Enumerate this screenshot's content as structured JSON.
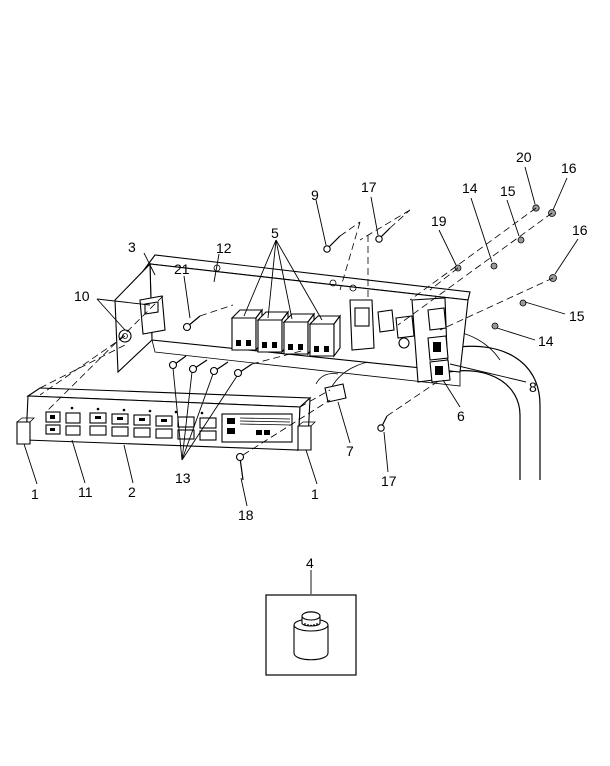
{
  "callouts": [
    {
      "id": "c1a",
      "text": "1"
    },
    {
      "id": "c1b",
      "text": "1"
    },
    {
      "id": "c2",
      "text": "2"
    },
    {
      "id": "c3",
      "text": "3"
    },
    {
      "id": "c4",
      "text": "4"
    },
    {
      "id": "c5",
      "text": "5"
    },
    {
      "id": "c6",
      "text": "6"
    },
    {
      "id": "c7",
      "text": "7"
    },
    {
      "id": "c8",
      "text": "8"
    },
    {
      "id": "c9",
      "text": "9"
    },
    {
      "id": "c10",
      "text": "10"
    },
    {
      "id": "c11",
      "text": "11"
    },
    {
      "id": "c12",
      "text": "12"
    },
    {
      "id": "c13",
      "text": "13"
    },
    {
      "id": "c14a",
      "text": "14"
    },
    {
      "id": "c14b",
      "text": "14"
    },
    {
      "id": "c15a",
      "text": "15"
    },
    {
      "id": "c15b",
      "text": "15"
    },
    {
      "id": "c16a",
      "text": "16"
    },
    {
      "id": "c16b",
      "text": "16"
    },
    {
      "id": "c17a",
      "text": "17"
    },
    {
      "id": "c17b",
      "text": "17"
    },
    {
      "id": "c18",
      "text": "18"
    },
    {
      "id": "c19",
      "text": "19"
    },
    {
      "id": "c20",
      "text": "20"
    },
    {
      "id": "c21",
      "text": "21"
    }
  ]
}
